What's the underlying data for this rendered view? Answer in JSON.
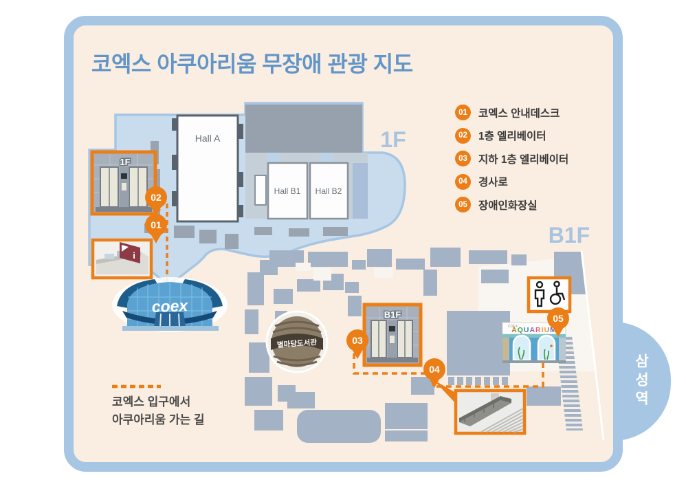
{
  "title": "코엑스 아쿠아리움 무장애 관광 지도",
  "legend": {
    "items": [
      {
        "num": "01",
        "label": "코엑스 안내데스크"
      },
      {
        "num": "02",
        "label": "1층 엘리베이터"
      },
      {
        "num": "03",
        "label": "지하 1층 엘리베이터"
      },
      {
        "num": "04",
        "label": "경사로"
      },
      {
        "num": "05",
        "label": "장애인화장실"
      }
    ]
  },
  "floor_labels": {
    "first": "1F",
    "basement": "B1F"
  },
  "map": {
    "hall_a": "Hall A",
    "hall_b1": "Hall B1",
    "hall_b2": "Hall B2",
    "coex_logo": "coex",
    "library": "별마당도서관",
    "aquarium_sign": "AQUARIUM",
    "aquarium_brand": "COEX",
    "elevator_1f_tag": "1F",
    "elevator_b1f_tag": "B1F",
    "info_sign": "i"
  },
  "route_legend": {
    "line1": "코엑스 입구에서",
    "line2": "아쿠아리움 가는 길"
  },
  "station_tab": {
    "label": "삼성역"
  },
  "colors": {
    "accent_orange": "#eb7e17",
    "border_blue": "#a6c6e4",
    "card_bg": "#faede1",
    "title_blue": "#6195c8",
    "floor_label_blue": "#a9c4e0",
    "map_1f_fill": "#c8dcee",
    "block_gray": "#99a4b0",
    "block_bluegray": "#a4b2c6"
  }
}
